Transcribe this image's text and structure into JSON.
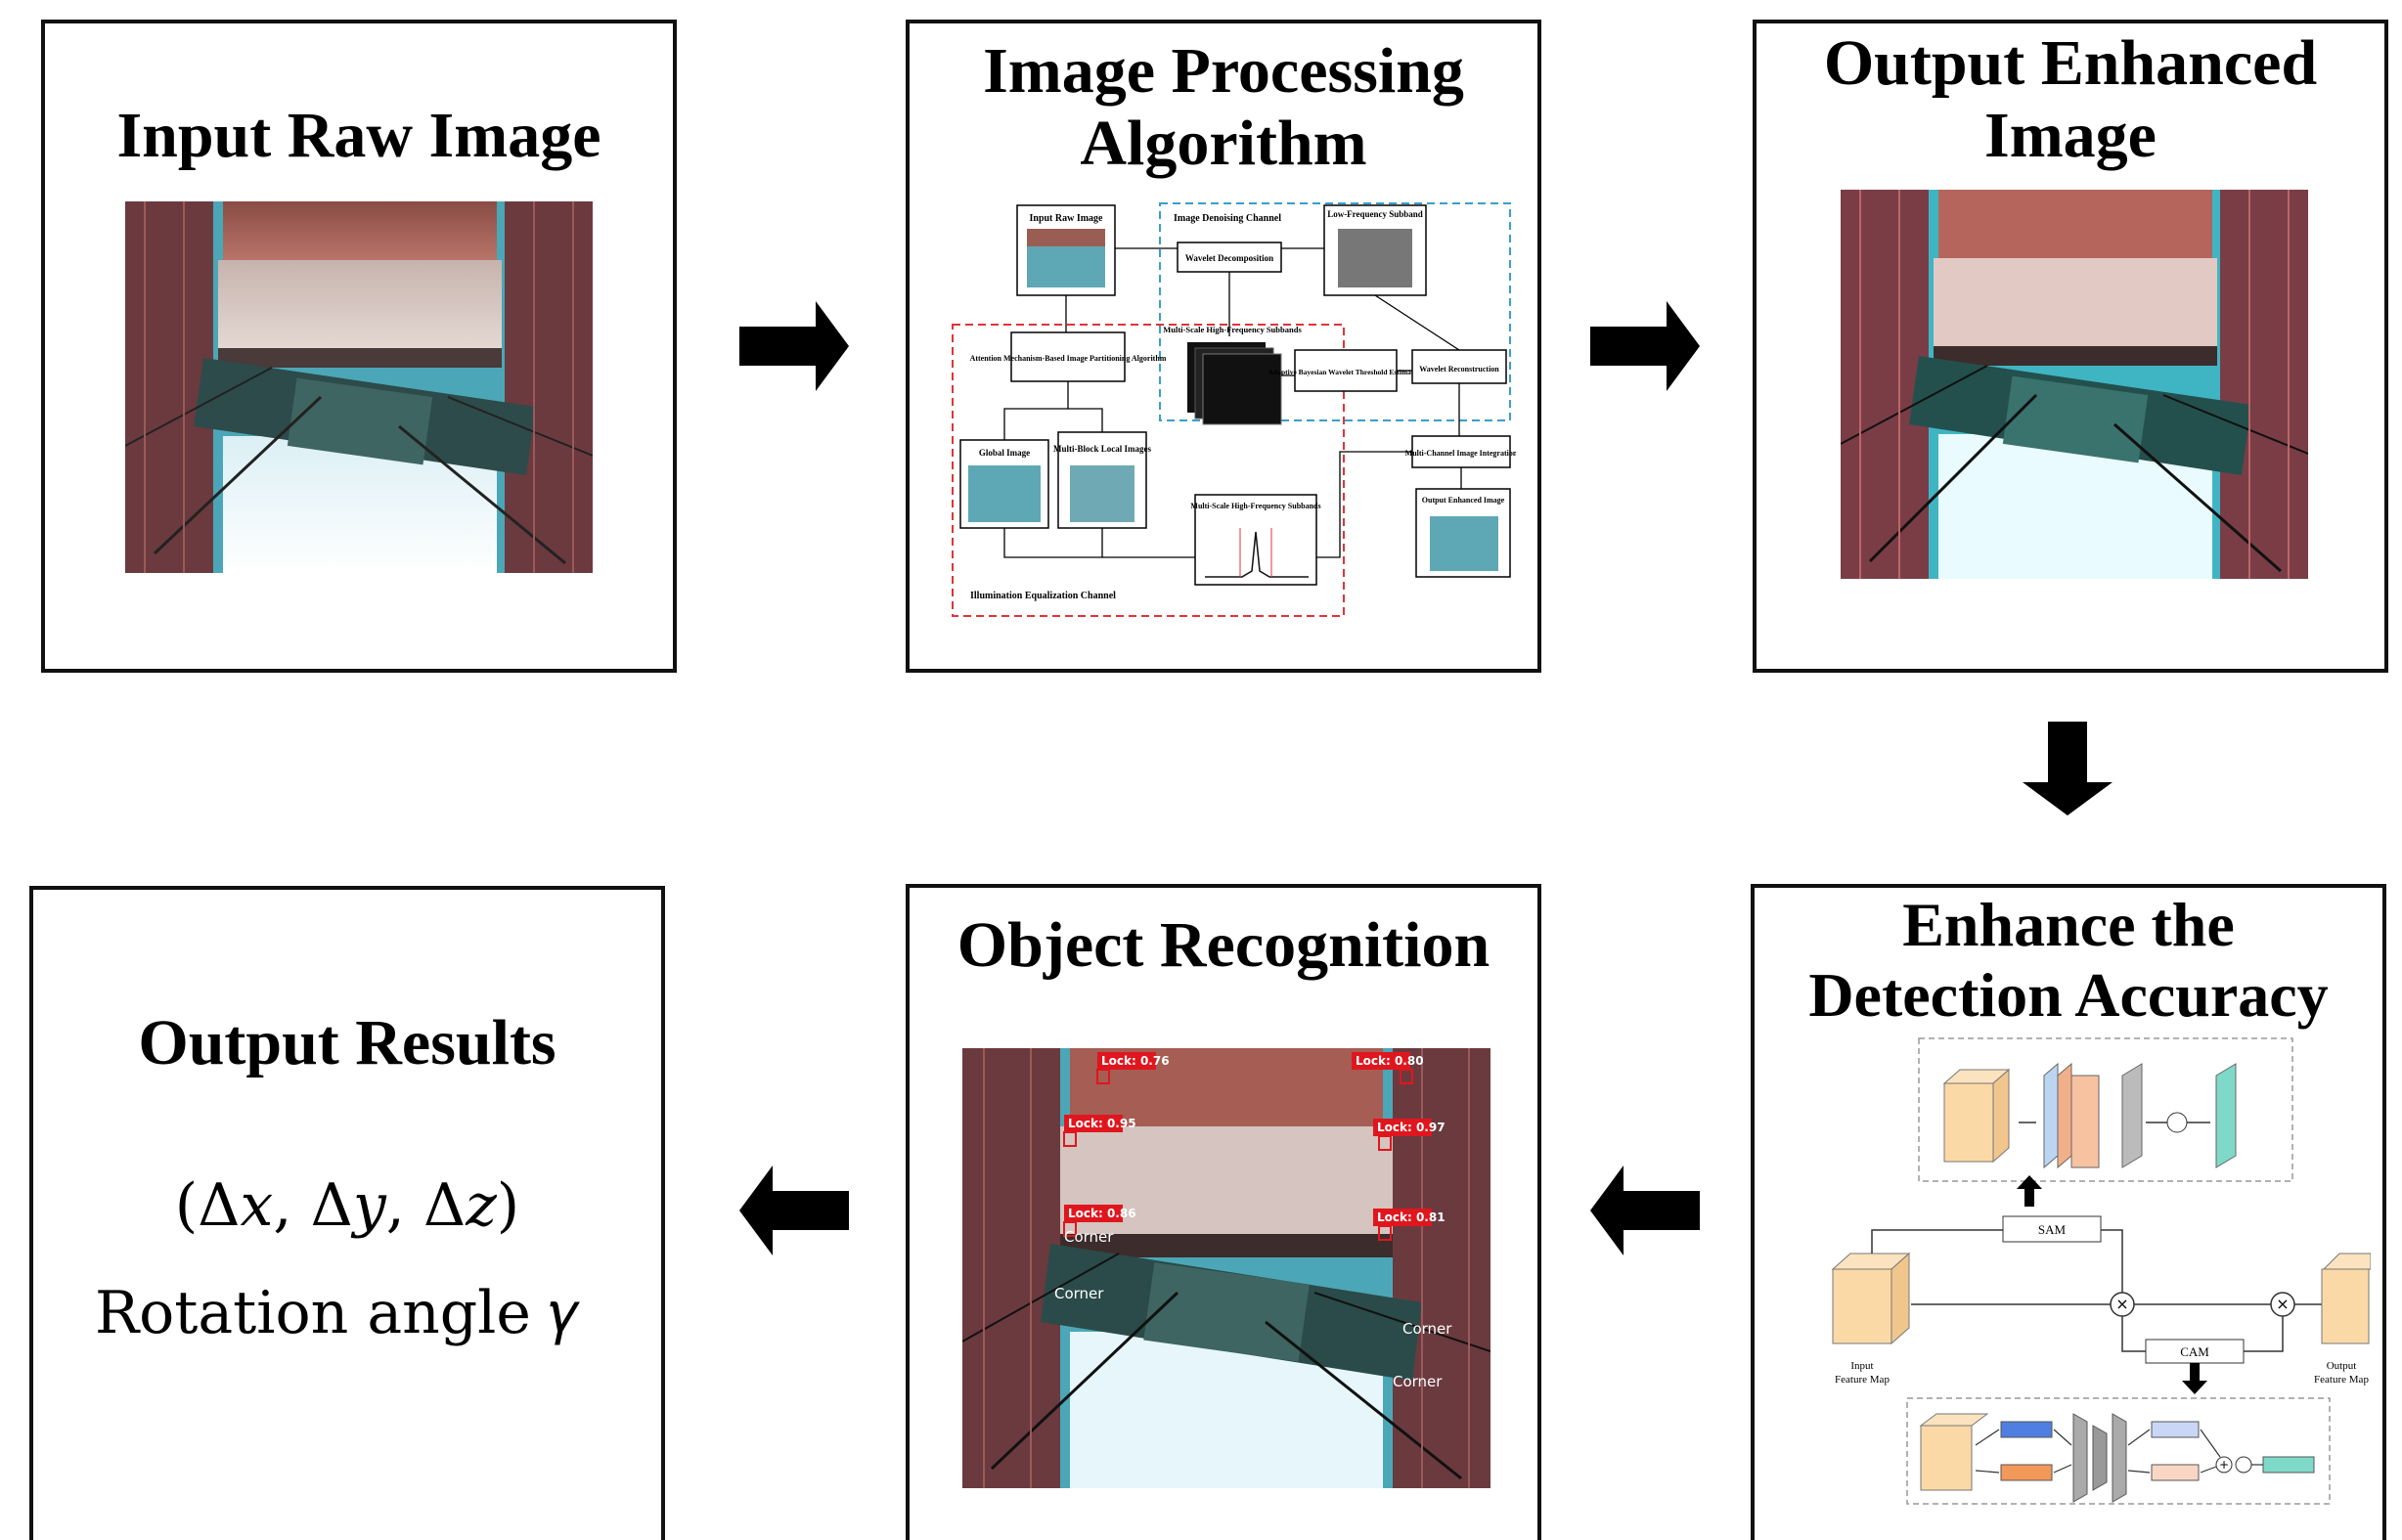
{
  "panels": {
    "input": {
      "title": "Input Raw Image"
    },
    "processing": {
      "title": "Image Processing\nAlgorithm",
      "flowchart": {
        "input_raw_image": "Input Raw Image",
        "denoise_channel": "Image Denoising Channel",
        "wavelet_decomposition": "Wavelet Decomposition",
        "low_frequency_subband": "Low-Frequency Subband",
        "attention_partition": "Attention Mechanism-Based Image Partitioning Algorithm",
        "multiscale_high_freq": "Multi-Scale High-Frequency Subbands",
        "adaptive_bayesian": "Adaptive Bayesian Wavelet Threshold Estimation",
        "wavelet_reconstruction": "Wavelet Reconstruction",
        "global_image": "Global Image",
        "multi_block_local": "Multi-Block Local Images",
        "multi_channel_integration": "Multi-Channel Image Integration",
        "output_enhanced_image": "Output Enhanced Image",
        "multiscale_high_freq_2": "Multi-Scale High-Frequency Subbands",
        "illumination_channel": "Illumination Equalization Channel"
      }
    },
    "output_enhanced": {
      "title": "Output Enhanced\nImage"
    },
    "enhance_accuracy": {
      "title": "Enhance the\nDetection Accuracy",
      "sam_label": "SAM",
      "cam_label": "CAM",
      "input_label": "Input\nFeature Map",
      "output_label": "Output\nFeature Map"
    },
    "recognition": {
      "title": "Object Recognition",
      "detections": [
        {
          "label": "Lock: 0.76"
        },
        {
          "label": "Lock: 0.80"
        },
        {
          "label": "Lock: 0.95"
        },
        {
          "label": "Lock: 0.97"
        },
        {
          "label": "Lock: 0.86"
        },
        {
          "label": "Lock: 0.81"
        },
        {
          "label": "Corner"
        },
        {
          "label": "Corner"
        },
        {
          "label": "Corner"
        },
        {
          "label": "Corner"
        }
      ]
    },
    "results": {
      "title": "Output Results",
      "line1": "(Δ𝑥, Δ𝑦, Δ𝑧)",
      "line2": "Rotation angle 𝛾"
    }
  },
  "colors": {
    "denoise_border": "#3a9fc9",
    "illumination_border": "#e0343a",
    "detection_box": "#e0161e",
    "arrow": "#000000"
  }
}
